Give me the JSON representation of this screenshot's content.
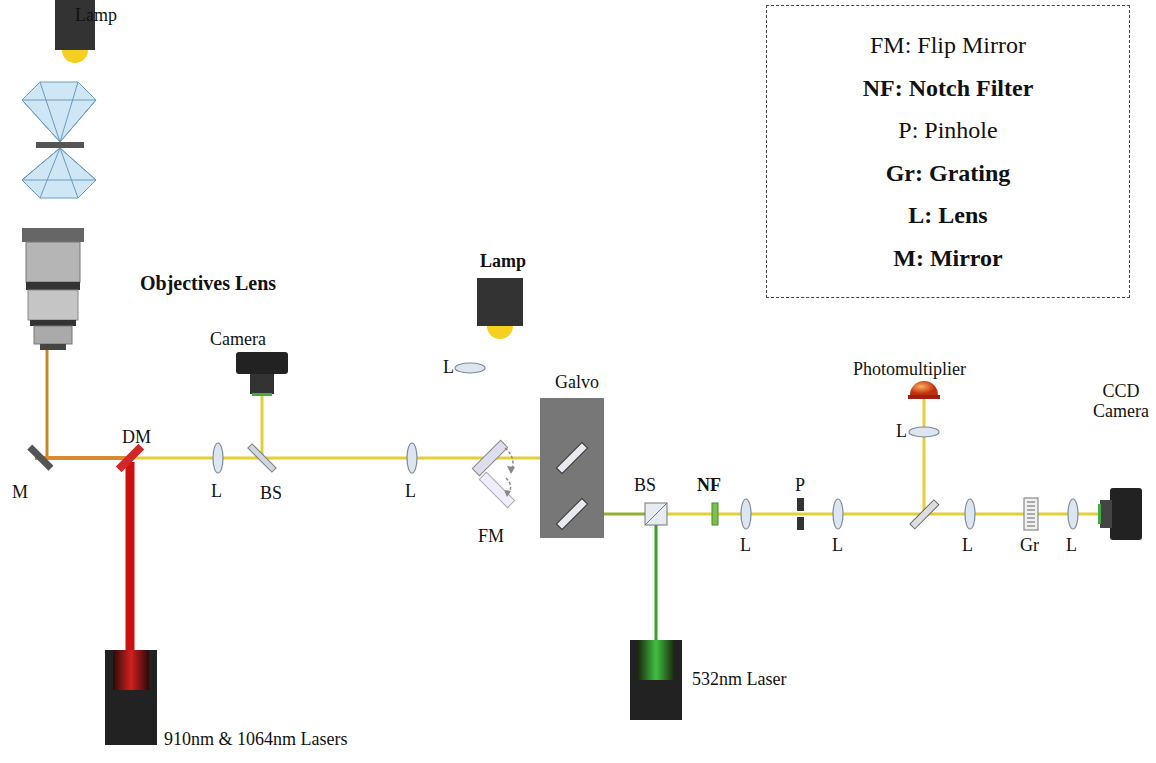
{
  "diagram": {
    "nodes": [
      {
        "text": [
          "FM: Flip Mirror",
          "NF: Notch Filter",
          "P: Pinhole",
          "Gr: Grating",
          "L: Lens",
          "M: Mirror"
        ]
      }
    ],
    "labels": [
      "Lamp",
      "Objectives Lens",
      "Camera",
      "Lamp",
      "L",
      "Galvo",
      "Photomultiplier",
      "CCD Camera",
      "DM",
      "BS",
      "NF",
      "P",
      "L",
      "M",
      "L",
      "BS",
      "L",
      "FM",
      "L",
      "L",
      "L",
      "Gr",
      "L",
      "532nm Laser",
      "910nm & 1064nm Lasers"
    ]
  }
}
